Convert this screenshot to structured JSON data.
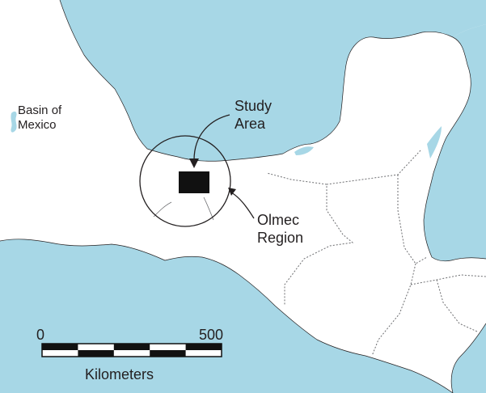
{
  "map": {
    "water_color": "#a7d7e6",
    "land_color": "#ffffff",
    "outline_color": "#231f20",
    "labels": {
      "basin_line1": "Basin of",
      "basin_line2": "Mexico",
      "study_line1": "Study",
      "study_line2": "Area",
      "olmec_line1": "Olmec",
      "olmec_line2": "Region"
    },
    "scale_bar": {
      "start_label": "0",
      "end_label": "500",
      "unit_label": "Kilometers",
      "segments": 10
    }
  }
}
